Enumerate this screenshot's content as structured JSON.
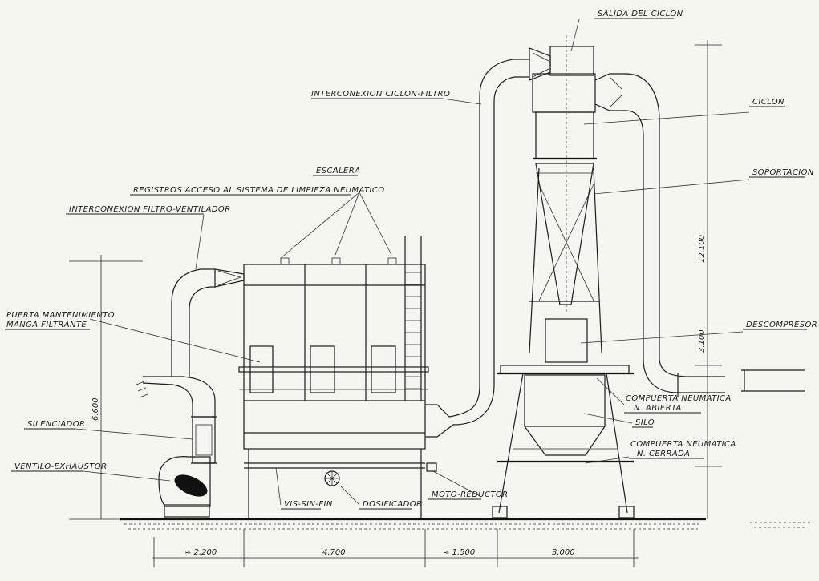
{
  "labels": {
    "salida_ciclon": "SALIDA DEL CICLON",
    "interconexion_ciclon_filtro": "INTERCONEXION CICLON-FILTRO",
    "ciclon": "CICLON",
    "soportacion": "SOPORTACION",
    "escalera": "ESCALERA",
    "registros": "REGISTROS ACCESO AL SISTEMA DE LIMPIEZA NEUMATICO",
    "interconexion_filtro_ventilador": "INTERCONEXION FILTRO-VENTILADOR",
    "puerta_line1": "PUERTA MANTENIMIENTO",
    "puerta_line2": "MANGA FILTRANTE",
    "descompresor": "DESCOMPRESOR",
    "compuerta_abierta_line1": "COMPUERTA NEUMATICA",
    "compuerta_abierta_line2": "N. ABIERTA",
    "silo": "SILO",
    "compuerta_cerrada_line1": "COMPUERTA NEUMATICA",
    "compuerta_cerrada_line2": "N. CERRADA",
    "silenciador": "SILENCIADOR",
    "ventilo_exhaustor": "VENTILO-EXHAUSTOR",
    "vis_sin_fin": "VIS-SIN-FIN",
    "dosificador": "DOSIFICADOR",
    "moto_reductor": "MOTO-REDUCTOR"
  },
  "dimensions": {
    "overall_height": "12.100",
    "filter_height": "6.600",
    "silo_height": "3.100",
    "width_fan": "≈ 2.200",
    "width_filter": "4.700",
    "width_gap": "≈ 1.500",
    "width_cyclone": "3.000"
  }
}
